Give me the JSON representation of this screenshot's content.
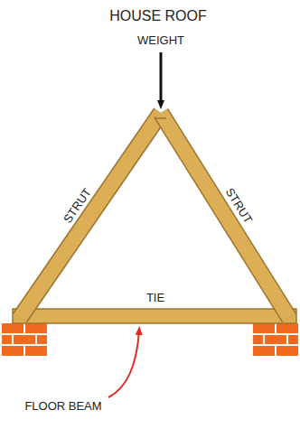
{
  "diagram": {
    "title": "HOUSE ROOF",
    "labels": [
      "WEIGHT",
      "STRUT",
      "STRUT",
      "TIE",
      "FLOOR BEAM"
    ]
  }
}
